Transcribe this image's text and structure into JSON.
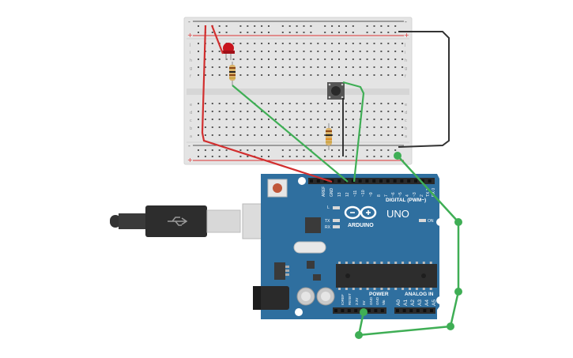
{
  "board": {
    "logo_text": "ARDUINO",
    "model_text": "UNO",
    "digital_label": "DIGITAL (PWM~)",
    "power_label": "POWER",
    "analog_label": "ANALOG IN",
    "l_label": "L",
    "tx_label": "TX",
    "rx_label": "RX",
    "on_label": "ON",
    "digital_pins": [
      "AREF",
      "GND",
      "13",
      "12",
      "~11",
      "~10",
      "~9",
      "8",
      "7",
      "~6",
      "~5",
      "4",
      "~3",
      "2",
      "TX 1",
      "RX 0"
    ],
    "power_pins": [
      "IOREF",
      "RESET",
      "3.3V",
      "5V",
      "GND",
      "GND",
      "Vin"
    ],
    "analog_pins": [
      "A0",
      "A1",
      "A2",
      "A3",
      "A4",
      "A5"
    ]
  },
  "breadboard": {
    "row_letters_top": [
      "j",
      "i",
      "h",
      "g",
      "f"
    ],
    "row_letters_bottom": [
      "e",
      "d",
      "c",
      "b",
      "a"
    ],
    "column_count": 30,
    "rail_plus": "+",
    "rail_minus": "-"
  },
  "colors": {
    "board": "#2f6f9f",
    "breadboard": "#e4e4e4",
    "wire_red": "#d22f2f",
    "wire_green": "#3fae55",
    "wire_black": "#333333",
    "led": "#c8141e"
  }
}
